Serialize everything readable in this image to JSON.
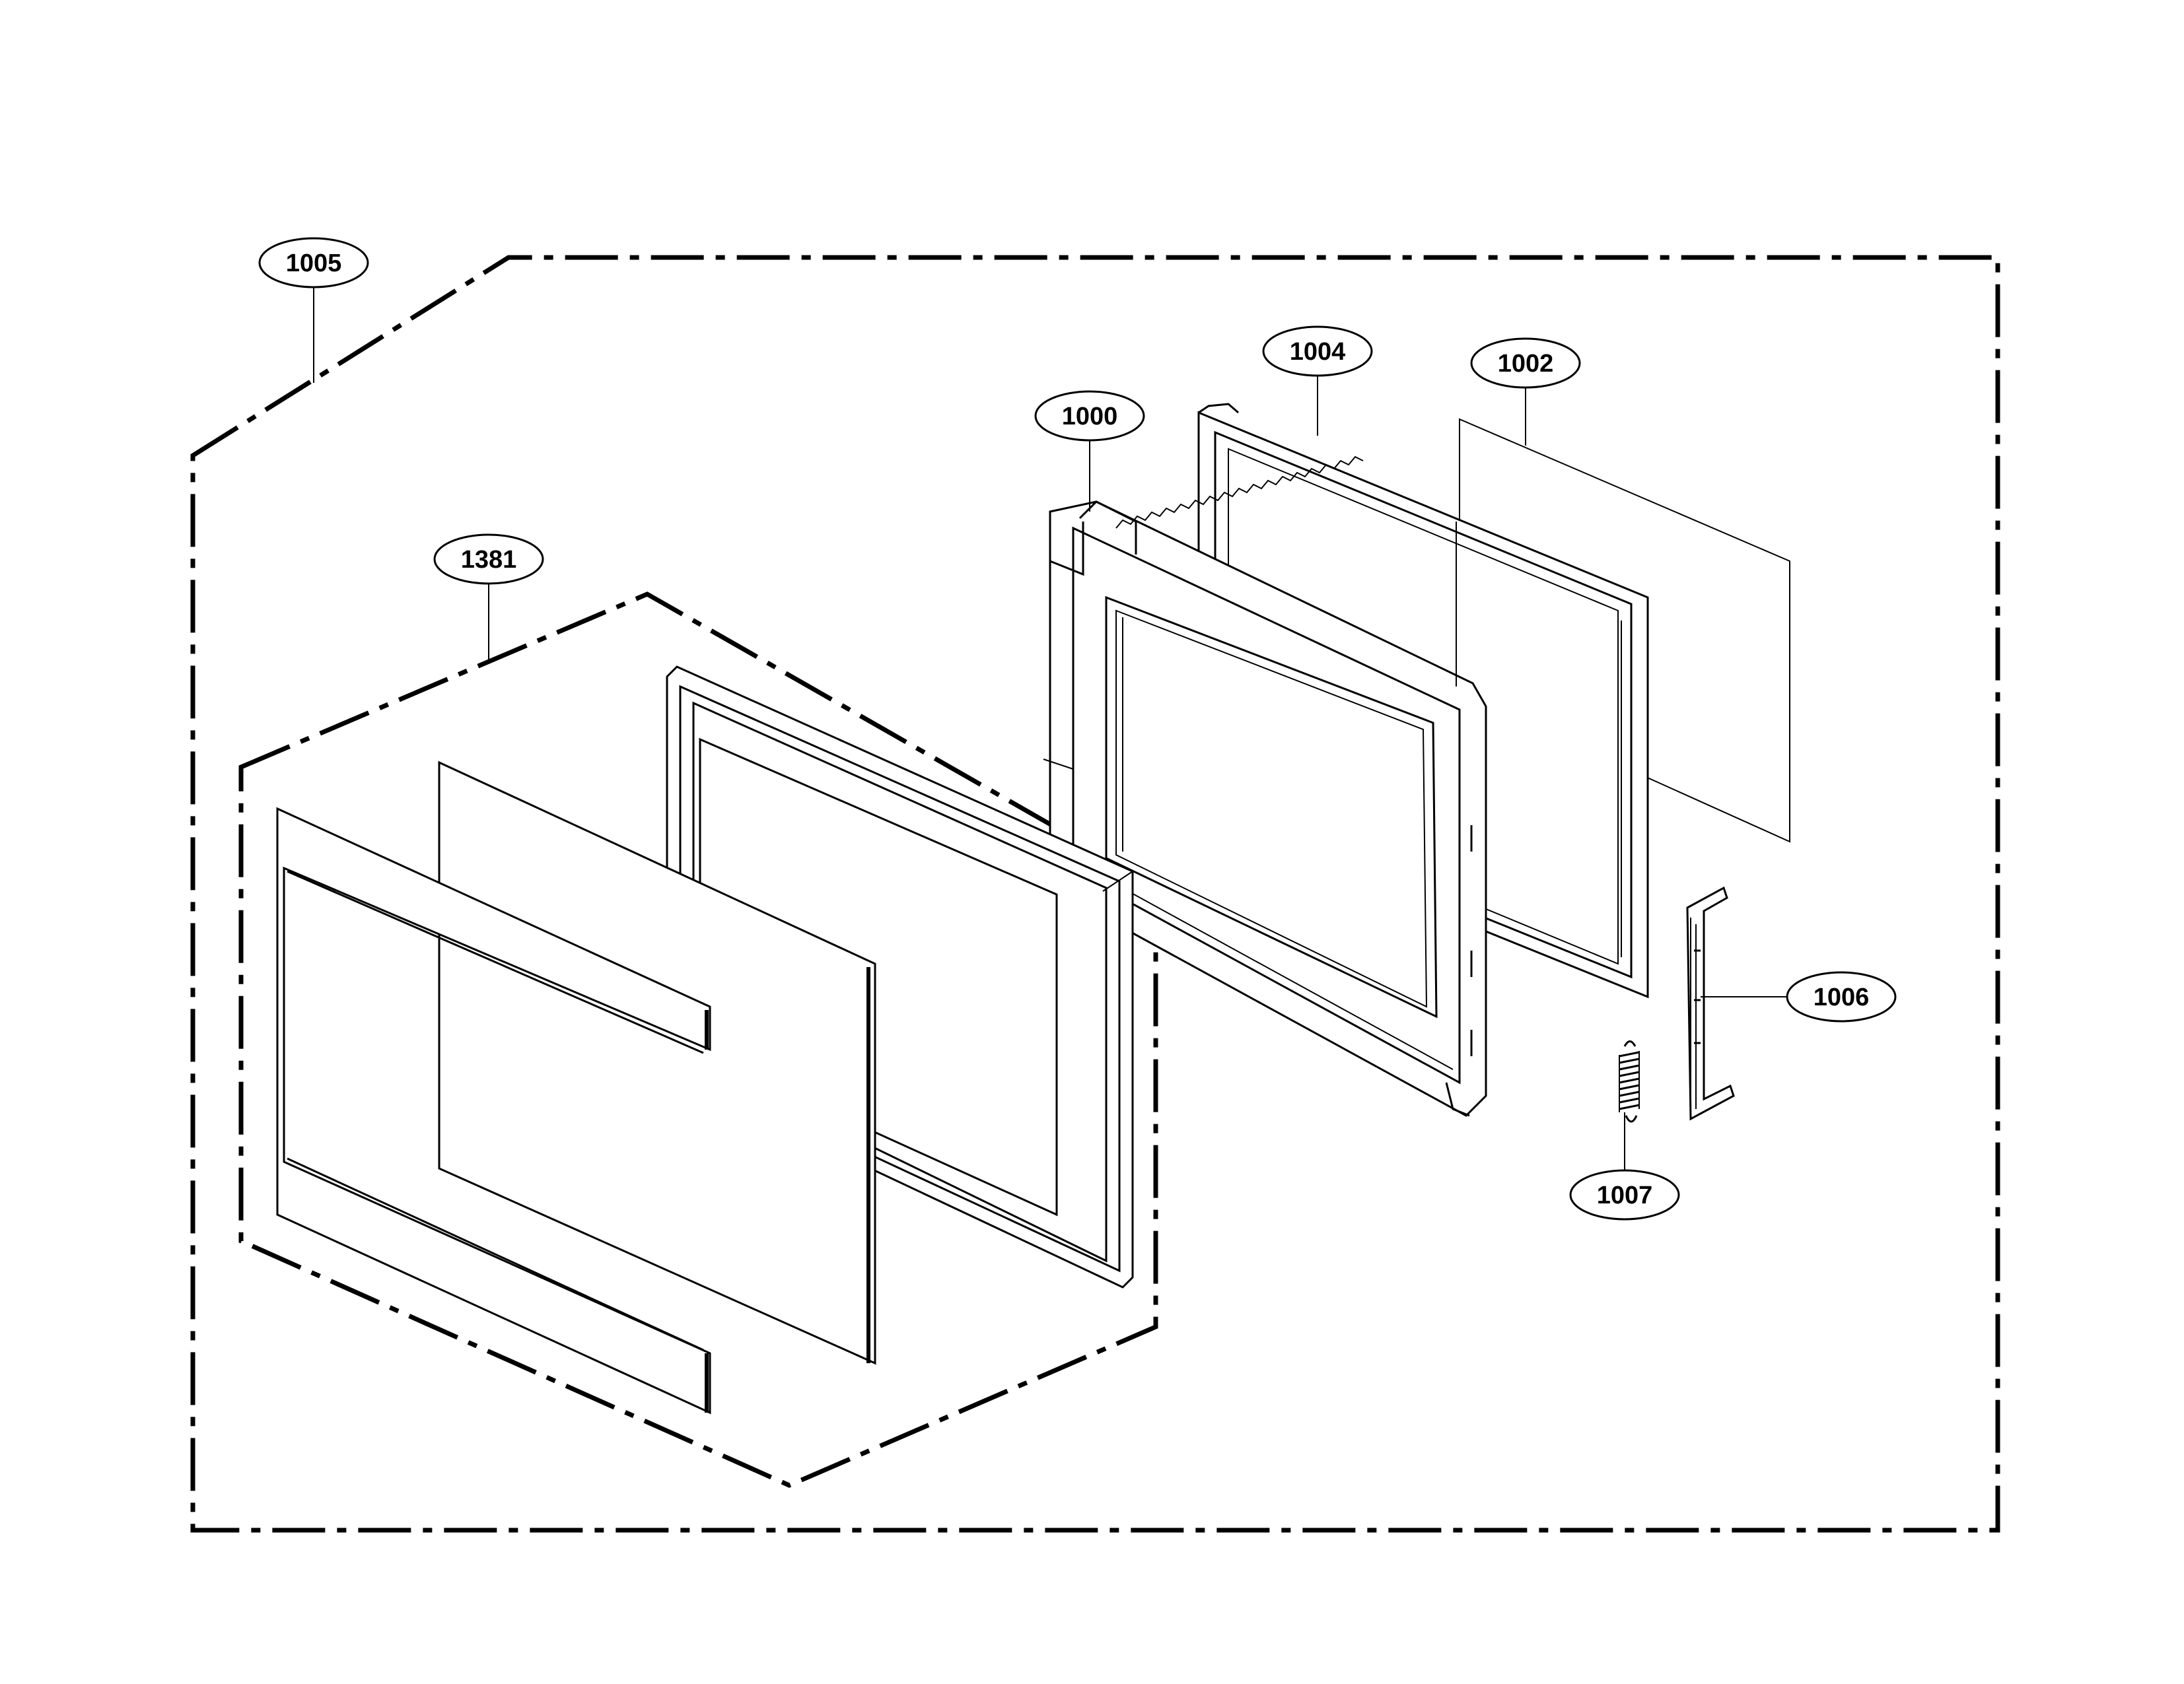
{
  "callouts": {
    "c1005": "1005",
    "c1004": "1004",
    "c1002": "1002",
    "c1000": "1000",
    "c1381": "1381",
    "c1006": "1006",
    "c1007": "1007"
  },
  "colors": {
    "line": "#000000",
    "background": "#ffffff"
  }
}
